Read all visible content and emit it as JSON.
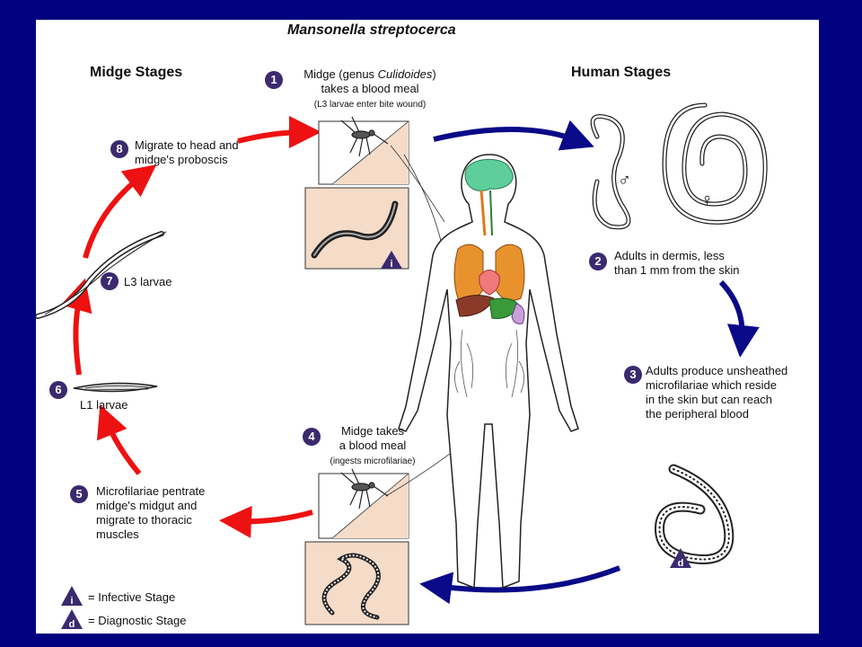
{
  "title": "Mansonella streptocerca",
  "headings": {
    "midge": "Midge Stages",
    "human": "Human Stages"
  },
  "steps": [
    {
      "num": "1",
      "pre": "Midge (genus ",
      "italic": "Culidoides",
      "post": ")",
      "line2": "takes a blood meal",
      "note": "(L3 larvae enter bite wound)"
    },
    {
      "num": "2",
      "line1": "Adults in dermis, less",
      "line2": "than 1 mm from the skin"
    },
    {
      "num": "3",
      "line1": "Adults produce unsheathed",
      "line2": "microfilariae which reside",
      "line3": "in the skin but can reach",
      "line4": "the peripheral blood"
    },
    {
      "num": "4",
      "line1": "Midge takes",
      "line2": "a blood meal",
      "note": "(ingests microfilariae)"
    },
    {
      "num": "5",
      "line1": "Microfilariae pentrate",
      "line2": "midge's midgut and",
      "line3": "migrate to thoracic",
      "line4": "muscles"
    },
    {
      "num": "6",
      "line1": "L1 larvae"
    },
    {
      "num": "7",
      "line1": "L3 larvae"
    },
    {
      "num": "8",
      "line1": "Migrate to head and",
      "line2": "midge's proboscis"
    }
  ],
  "legend": [
    {
      "badge": "i",
      "label": "= Infective Stage"
    },
    {
      "badge": "d",
      "label": "= Diagnostic Stage"
    }
  ],
  "symbols": {
    "male": "♂",
    "female": "♀"
  },
  "colors": {
    "background": "#000080",
    "red_arrow": "#ee1111",
    "blue_arrow": "#0a0a88",
    "badge": "#3a2a6e",
    "skin": "#f5dcc8"
  }
}
